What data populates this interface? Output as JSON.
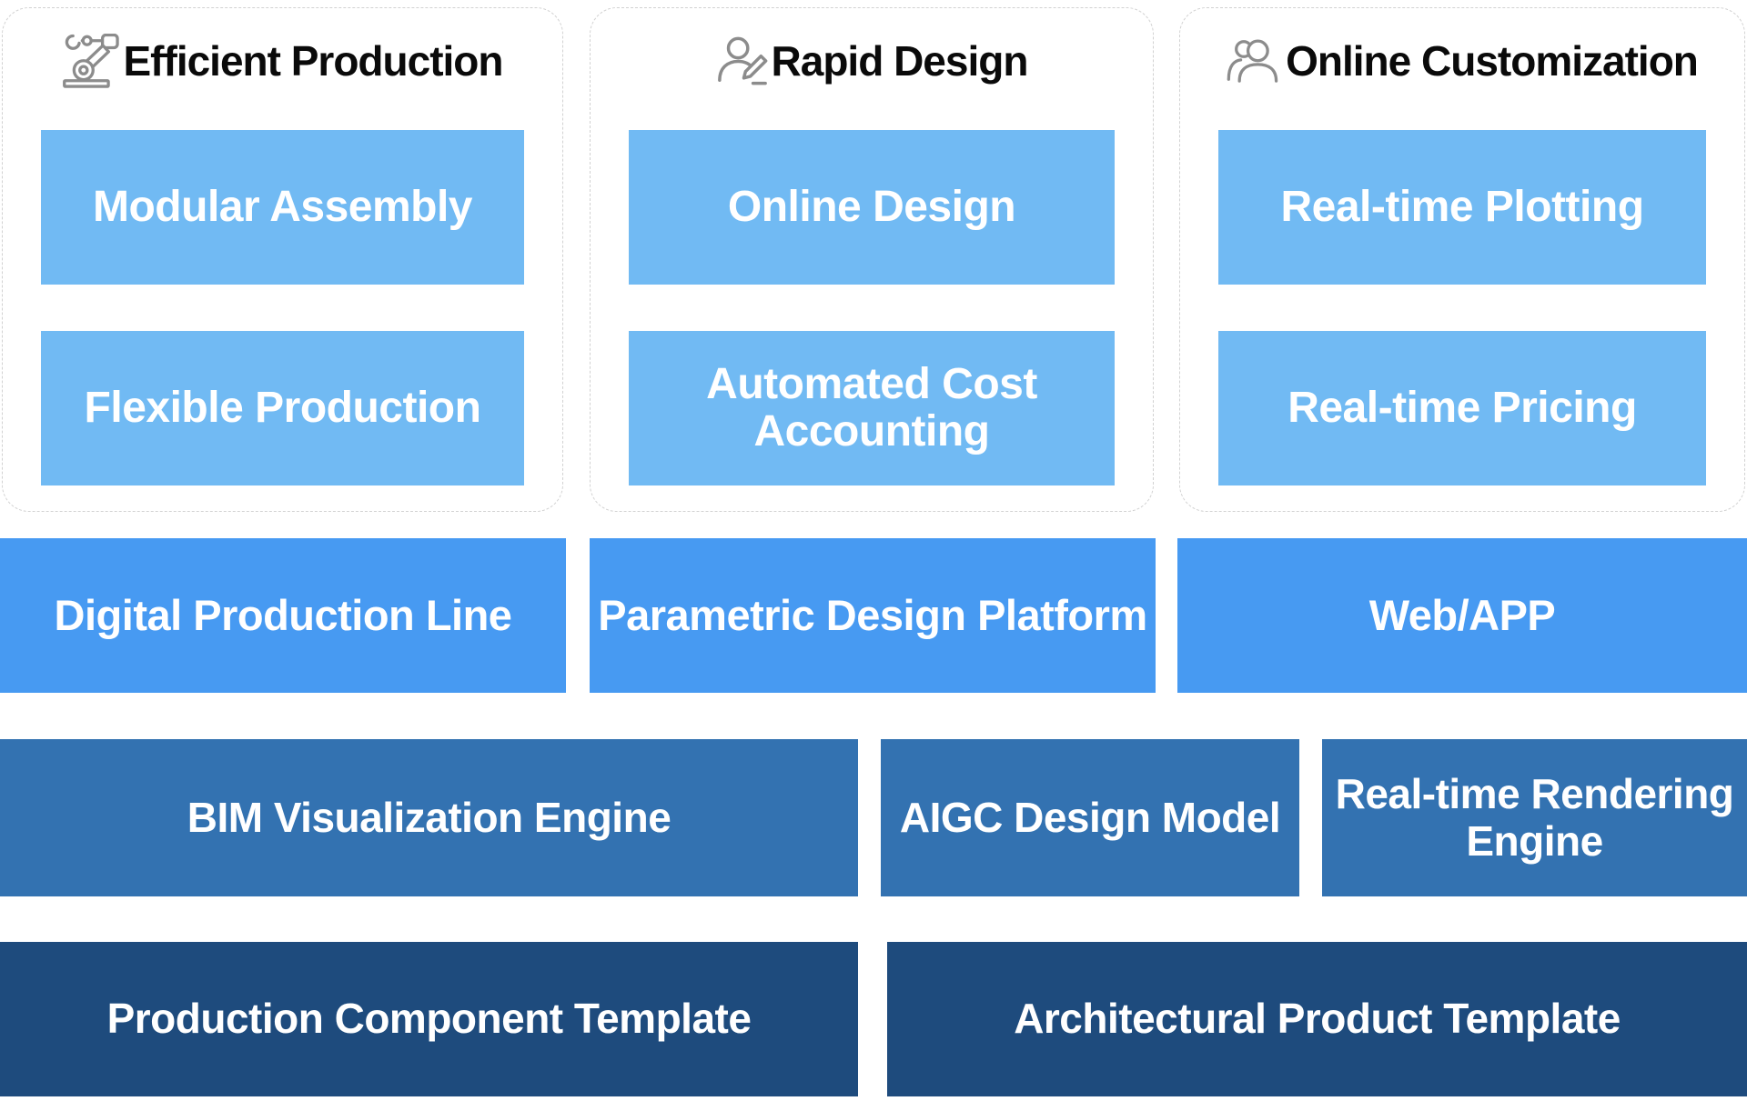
{
  "colors": {
    "feature_box": "#71baf3",
    "platform_row": "#479af2",
    "engine_row": "#3372b1",
    "template_row": "#1e4b7d",
    "card_border": "#d2d2d2",
    "icon_stroke": "#8c8c8c",
    "title_text": "#0a0a0a",
    "box_text": "#ffffff"
  },
  "cards": [
    {
      "title": "Efficient Production",
      "icon": "robot-arm-icon",
      "boxes": [
        {
          "label": "Modular Assembly"
        },
        {
          "label": "Flexible Production"
        }
      ]
    },
    {
      "title": "Rapid Design",
      "icon": "user-edit-icon",
      "boxes": [
        {
          "label": "Online Design"
        },
        {
          "label": "Automated Cost\nAccounting"
        }
      ]
    },
    {
      "title": "Online Customization",
      "icon": "users-icon",
      "boxes": [
        {
          "label": "Real-time Plotting"
        },
        {
          "label": "Real-time Pricing"
        }
      ]
    }
  ],
  "rows": {
    "platform": {
      "items": [
        {
          "label": "Digital Production Line"
        },
        {
          "label": "Parametric Design Platform"
        },
        {
          "label": "Web/APP"
        }
      ]
    },
    "engine": {
      "items": [
        {
          "label": "BIM Visualization Engine"
        },
        {
          "label": "AIGC Design Model"
        },
        {
          "label": "Real-time Rendering\nEngine"
        }
      ]
    },
    "template": {
      "items": [
        {
          "label": "Production Component Template"
        },
        {
          "label": "Architectural Product Template"
        }
      ]
    }
  }
}
